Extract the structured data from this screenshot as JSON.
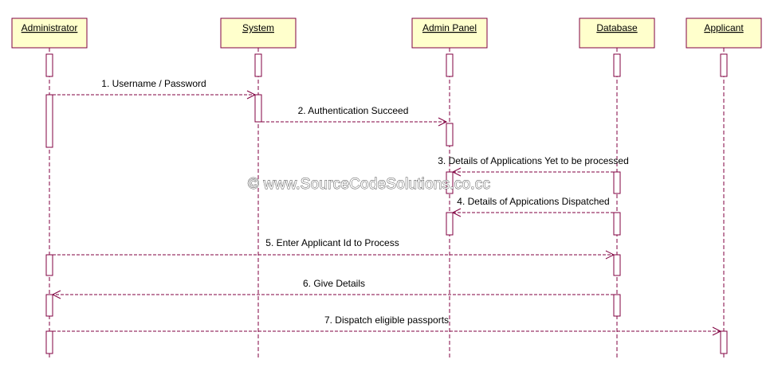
{
  "actors": [
    {
      "name": "Administrator"
    },
    {
      "name": "System"
    },
    {
      "name": "Admin Panel"
    },
    {
      "name": "Database"
    },
    {
      "name": "Applicant"
    }
  ],
  "messages": [
    {
      "label": "1. Username / Password",
      "from": "Administrator",
      "to": "System"
    },
    {
      "label": "2. Authentication Succeed",
      "from": "System",
      "to": "Admin Panel"
    },
    {
      "label": "3. Details of Applications Yet to be processed",
      "from": "Database",
      "to": "Admin Panel"
    },
    {
      "label": "4. Details of Appications Dispatched",
      "from": "Database",
      "to": "Admin Panel"
    },
    {
      "label": "5. Enter Applicant Id to Process",
      "from": "Administrator",
      "to": "Database"
    },
    {
      "label": "6. Give Details",
      "from": "Database",
      "to": "Administrator"
    },
    {
      "label": "7. Dispatch eligible passports",
      "from": "Administrator",
      "to": "Applicant"
    }
  ],
  "watermark": "© www.SourceCodeSolutions.co.cc",
  "colors": {
    "line": "#800040",
    "actor_fill": "#ffffcc"
  }
}
